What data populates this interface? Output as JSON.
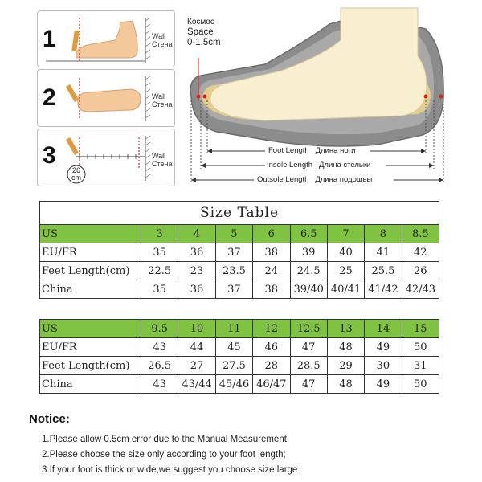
{
  "illustration": {
    "steps": [
      {
        "num": "1",
        "wall": "Wall",
        "wall_ru": "Стена"
      },
      {
        "num": "2",
        "wall": "Wall",
        "wall_ru": "Стена"
      },
      {
        "num": "3",
        "wall": "Wall",
        "wall_ru": "Стена",
        "measure": "26",
        "unit": "cm"
      }
    ],
    "space": {
      "ru": "Космос",
      "en": "Space",
      "range": "0-1.5cm"
    },
    "lengths": [
      {
        "en": "Foot Length",
        "ru": "Длина ноги"
      },
      {
        "en": "Insole Length",
        "ru": "Длина стельки"
      },
      {
        "en": "Outsole Length",
        "ru": "Длина подошвы"
      }
    ],
    "colors": {
      "shoe": "#8a8a8a",
      "foot": "#f7efcf",
      "insole": "#e4cf8a",
      "marker": "#d62020"
    }
  },
  "size_table": {
    "title": "Size Table",
    "header_color": "#80c343",
    "blocks": [
      {
        "rows": [
          {
            "label": "US",
            "values": [
              "3",
              "4",
              "5",
              "6",
              "6.5",
              "7",
              "8",
              "8.5"
            ]
          },
          {
            "label": "EU/FR",
            "values": [
              "35",
              "36",
              "37",
              "38",
              "39",
              "40",
              "41",
              "42"
            ]
          },
          {
            "label": "Feet Length(cm)",
            "values": [
              "22.5",
              "23",
              "23.5",
              "24",
              "24.5",
              "25",
              "25.5",
              "26"
            ]
          },
          {
            "label": "China",
            "values": [
              "35",
              "36",
              "37",
              "38",
              "39/40",
              "40/41",
              "41/42",
              "42/43"
            ]
          }
        ]
      },
      {
        "rows": [
          {
            "label": "US",
            "values": [
              "9.5",
              "10",
              "11",
              "12",
              "12.5",
              "13",
              "14",
              "15"
            ]
          },
          {
            "label": "EU/FR",
            "values": [
              "43",
              "44",
              "45",
              "46",
              "47",
              "48",
              "49",
              "50"
            ]
          },
          {
            "label": "Feet Length(cm)",
            "values": [
              "26.5",
              "27",
              "27.5",
              "28",
              "28.5",
              "29",
              "30",
              "31"
            ]
          },
          {
            "label": "China",
            "values": [
              "43",
              "43/44",
              "45/46",
              "46/47",
              "47",
              "48",
              "49",
              "50"
            ]
          }
        ]
      }
    ]
  },
  "notice": {
    "title": "Notice:",
    "lines": [
      "1.Please allow 0.5cm error due to the Manual Measurement;",
      "2.Please choose the size only according to your foot length;",
      "3.If your foot is thick or wide,we suggest  you  choose size large"
    ]
  }
}
